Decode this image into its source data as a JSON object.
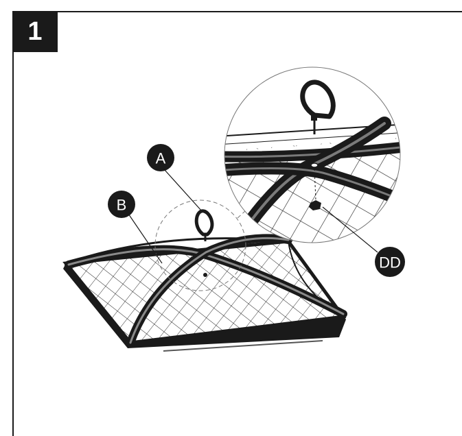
{
  "step": {
    "number": "1"
  },
  "callouts": {
    "a": "A",
    "b": "B",
    "dd": "DD"
  },
  "colors": {
    "ink": "#1a1a1a",
    "paper": "#ffffff"
  }
}
